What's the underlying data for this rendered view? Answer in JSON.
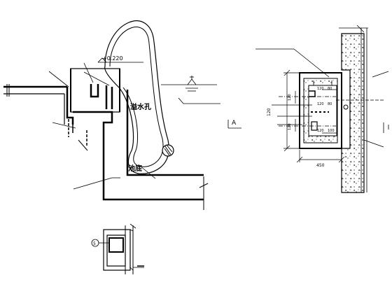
{
  "drawing": {
    "left_detail": {
      "elevation_label": "+0.220",
      "overflow_hole_label": "溢水孔",
      "pool_bottom_label": "池底"
    },
    "section_marker": {
      "label": "A"
    },
    "right_detail": {
      "dim_left_1": "120",
      "dim_left_2": "120",
      "dim_top_1": "120",
      "dim_top_2": "80",
      "dim_mid_1": "120",
      "dim_mid_2": "80",
      "dim_right_1": "120",
      "dim_right_2": "100",
      "dim_bottom": "450",
      "dim_side": "120"
    },
    "small_detail": {
      "ref_label": "5"
    }
  }
}
